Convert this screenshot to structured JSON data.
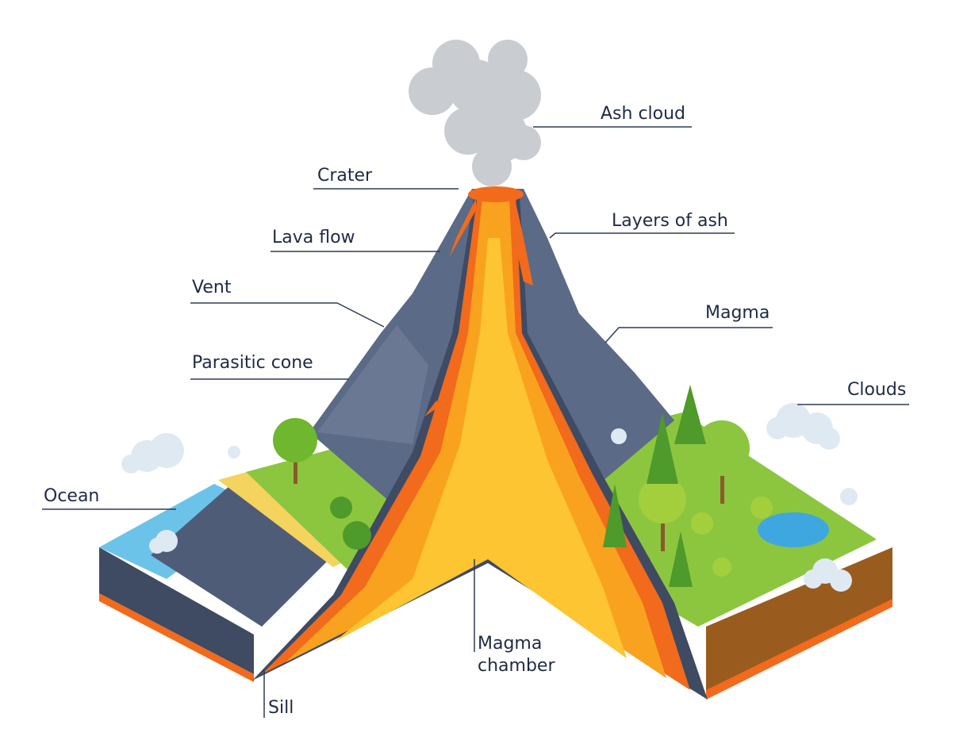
{
  "title": "Volcano structure",
  "labels": {
    "ash_cloud": "Ash cloud",
    "crater": "Crater",
    "layers_of_ash": "Layers of ash",
    "lava_flow": "Lava flow",
    "vent": "Vent",
    "magma": "Magma",
    "parasitic_cone": "Parasitic cone",
    "clouds": "Clouds",
    "ocean": "Ocean",
    "magma_chamber_line1": "Magma",
    "magma_chamber_line2": "chamber",
    "sill": "Sill"
  },
  "colors": {
    "rock": "#5b6a86",
    "rock_dark": "#3f4a63",
    "lava": "#f26a1b",
    "lava_light": "#f9a21f",
    "magma_core": "#fcc531",
    "grass": "#8cc63f",
    "tree": "#6fb72e",
    "ocean": "#6cc3ea",
    "sand": "#f4d35e",
    "soil": "#9a5b1e",
    "cloud": "#dfe9f2",
    "ash": "#c9cdd1",
    "label_line": "#2e3a55"
  }
}
